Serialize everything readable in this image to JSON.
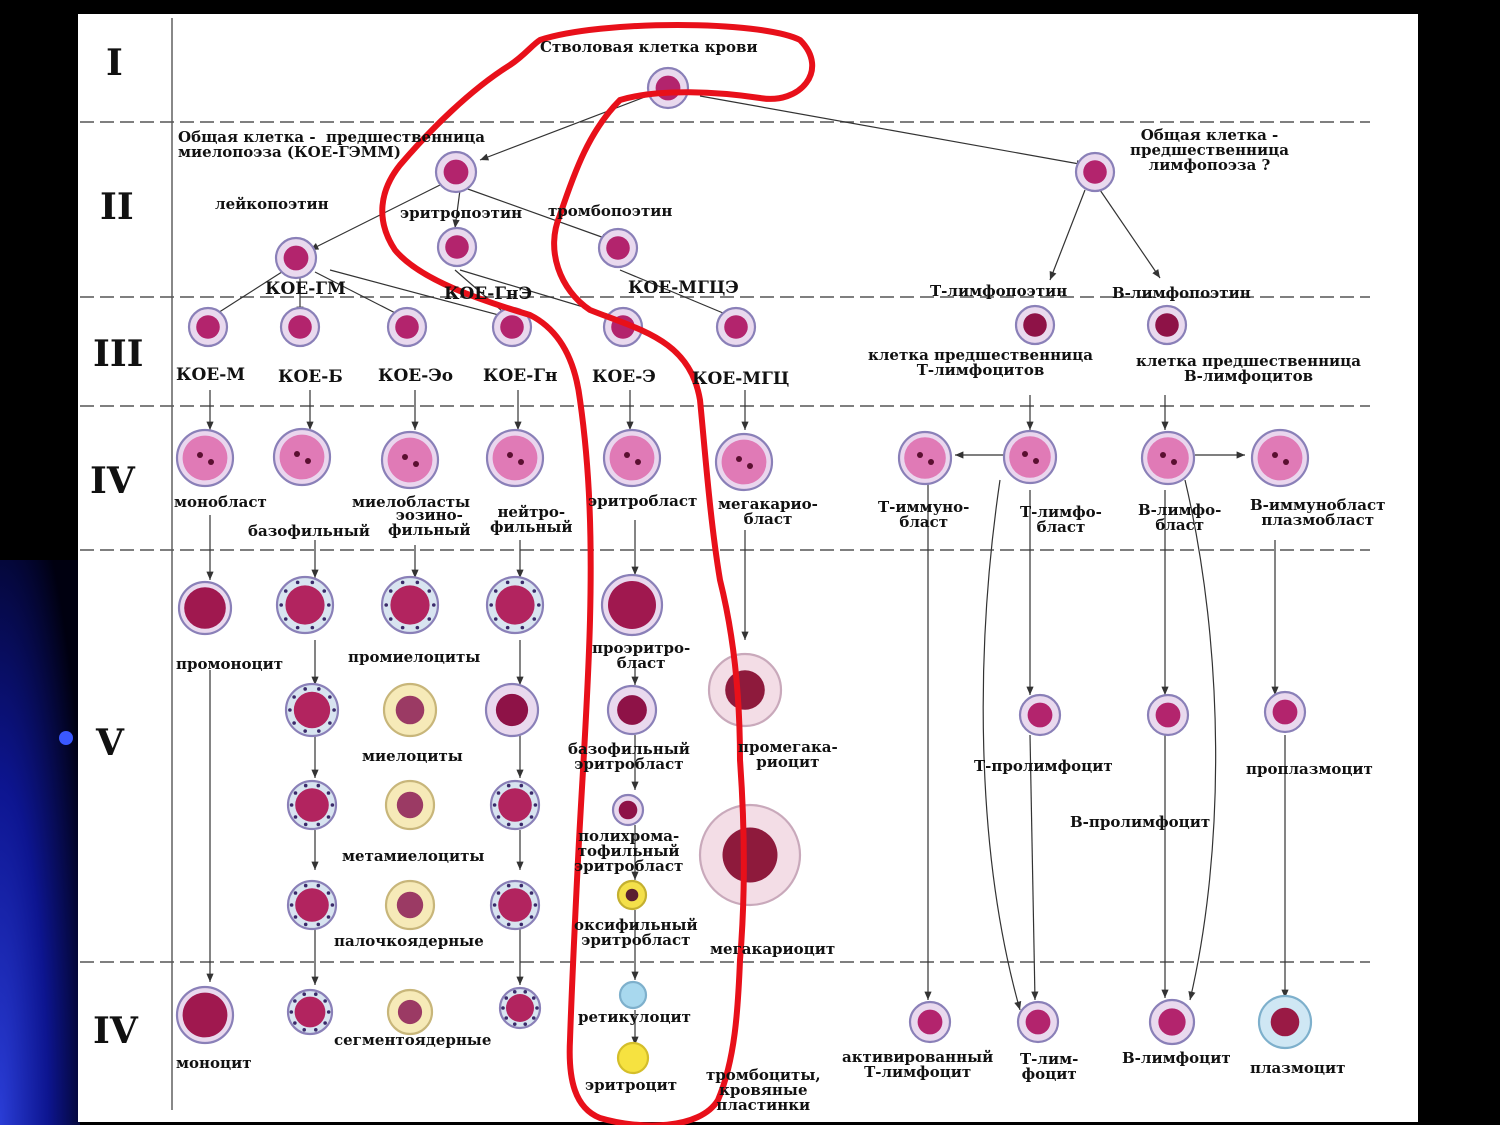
{
  "stages": [
    "I",
    "II",
    "III",
    "IV",
    "V",
    "IV"
  ],
  "labels": {
    "stem": "Стволовая клетка крови",
    "myelo_common": "Общая клетка -  предшественница\nмиелопоэза (КОЕ-ГЭММ)",
    "lympho_common": "Общая клетка -\nпредшественница\nлимфопоэза ?",
    "leukopoietin": "лейкопоэтин",
    "erythropoietin": "эритропоэтин",
    "thrombopoietin": "тромбопоэтин",
    "koe_gm": "КОЕ-ГМ",
    "koe_gne": "КОЕ-ГнЭ",
    "koe_mgce_top": "КОЕ-МГЦЭ",
    "t_lymphopoietin": "Т-лимфопоэтин",
    "b_lymphopoietin": "В-лимфопоэтин",
    "koe_m": "КОЕ-М",
    "koe_b": "КОЕ-Б",
    "koe_eo": "КОЕ-Эо",
    "koe_gn": "КОЕ-Гн",
    "koe_e": "КОЕ-Э",
    "koe_mgc": "КОЕ-МГЦ",
    "t_precursor": "клетка предшественница\nТ-лимфоцитов",
    "b_precursor": "клетка предшественница\nВ-лимфоцитов",
    "monoblast": "монобласт",
    "myeloblasts": "миелобласты",
    "basophilic": "базофильный",
    "eosinophilic": "эозино-\nфильный",
    "neutrophilic": "нейтро-\nфильный",
    "erythroblast": "эритробласт",
    "megakaryoblast": "мегакарио-\nбласт",
    "t_immunoblast": "Т-иммуно-\nбласт",
    "t_lymphoblast": "Т-лимфо-\nбласт",
    "b_lymphoblast": "В-лимфо-\nбласт",
    "b_immunoblast": "В-иммунобласт\nплазмобласт",
    "promonocyte": "промоноцит",
    "promyelocytes": "промиелоциты",
    "pronormoblast": "проэритро-\nбласт",
    "basophilic_erythroblast": "базофильный\nэритробласт",
    "promegakaryocyte": "промегака-\nриоцит",
    "t_prolymphocyte": "Т-пролимфоцит",
    "proplasmocyte": "проплазмоцит",
    "myelocytes": "миелоциты",
    "b_prolymphocyte": "В-пролимфоцит",
    "metamyelocytes": "метамиелоциты",
    "polychromatophilic": "полихрома-\nтофильный\nэритробласт",
    "band": "палочкоядерные",
    "oxyphilic": "оксифильный\nэритробласт",
    "megakaryocyte": "мегакариоцит",
    "reticulocyte": "ретикулоцит",
    "monocyte": "моноцит",
    "segmented": "сегментоядерные",
    "erythrocyte": "эритроцит",
    "platelets": "тромбоциты,\nкровяные\nпластинки",
    "activated_t": "активированный\nТ-лимфоцит",
    "t_lymphocyte": "Т-лим-\nфоцит",
    "b_lymphocyte": "В-лимфоцит",
    "plasmocyte": "плазмоцит"
  },
  "colors": {
    "background": "#000000",
    "panel": "#ffffff",
    "highlight": "#e8101a",
    "cell_nucleus": "#b0246a",
    "cell_border": "#7a6fa8"
  },
  "icons": [
    "blood-cell-icon",
    "highlight-outline"
  ]
}
